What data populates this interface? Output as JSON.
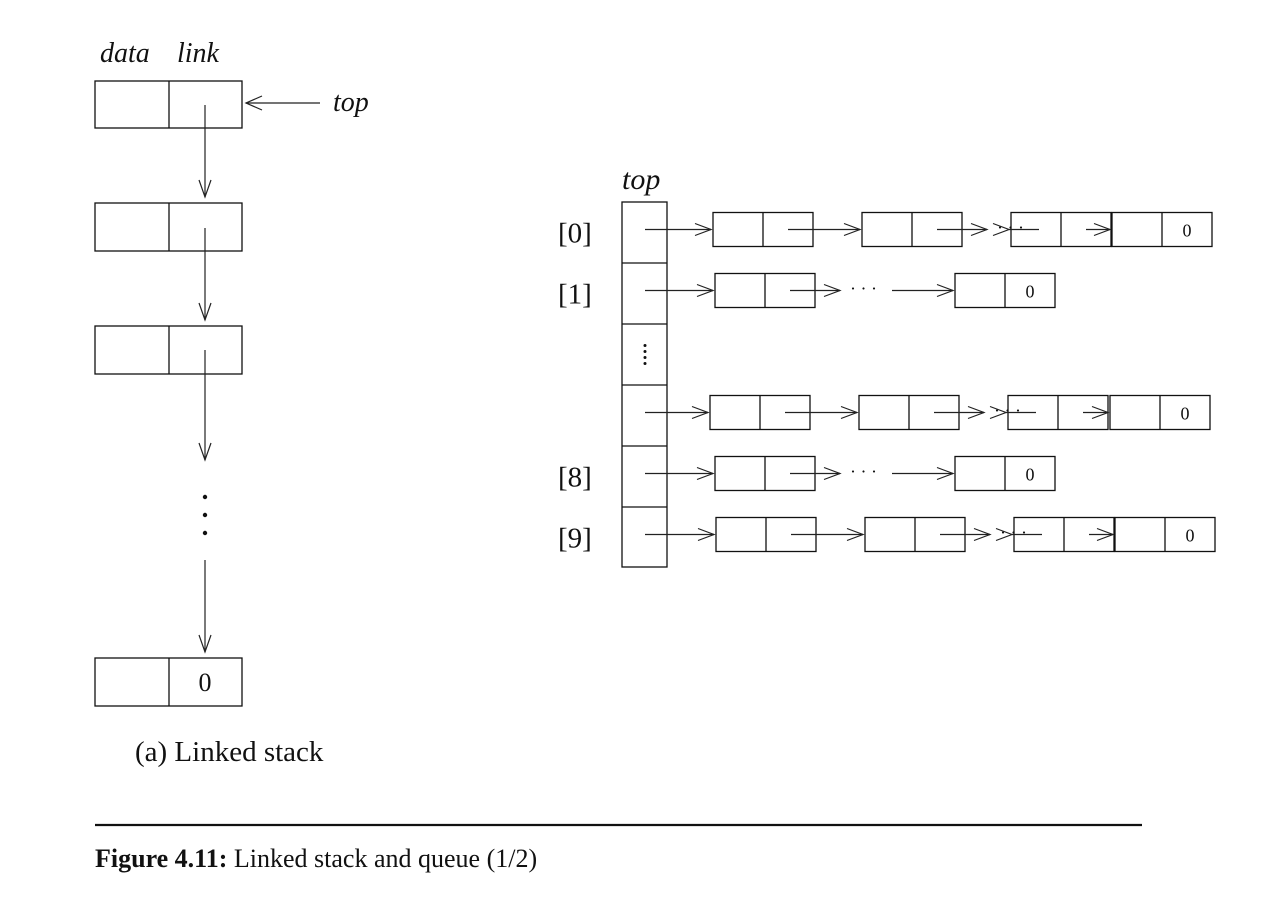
{
  "stack": {
    "header_data": "data",
    "header_link": "link",
    "top_label": "top",
    "nodes": [
      {
        "link_value": ""
      },
      {
        "link_value": ""
      },
      {
        "link_value": ""
      },
      {
        "link_value": "0"
      }
    ],
    "caption": "(a) Linked stack"
  },
  "multi": {
    "top_label": "top",
    "rows": [
      {
        "index": "[0]",
        "nodes": 4,
        "last_value": "0",
        "ellipsis_after": 2
      },
      {
        "index": "[1]",
        "nodes": 2,
        "last_value": "0",
        "ellipsis_after": 1
      },
      {
        "index": "",
        "gap_dots": true
      },
      {
        "index": "",
        "nodes": 4,
        "last_value": "0",
        "ellipsis_after": 2
      },
      {
        "index": "[8]",
        "nodes": 2,
        "last_value": "0",
        "ellipsis_after": 1
      },
      {
        "index": "[9]",
        "nodes": 4,
        "last_value": "0",
        "ellipsis_after": 2
      }
    ],
    "ellipsis": "· · ·"
  },
  "figure": {
    "label": "Figure 4.11:",
    "caption": "Linked stack and queue (1/2)"
  }
}
